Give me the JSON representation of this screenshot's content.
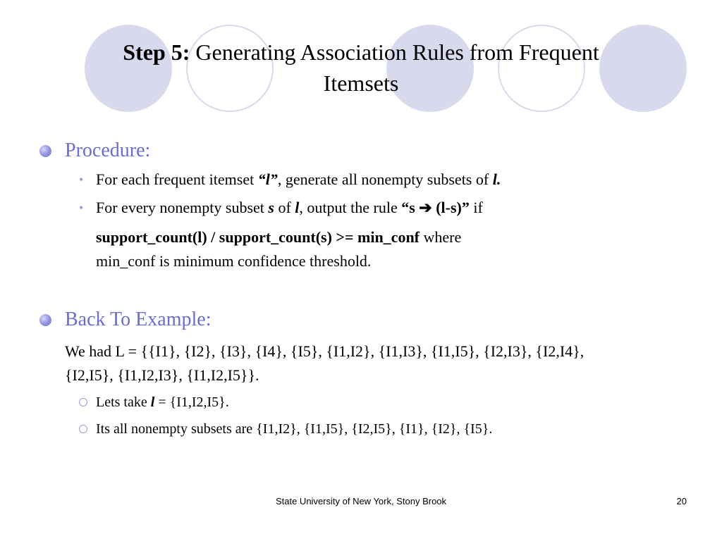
{
  "title": {
    "bold": "Step 5:",
    "line1": "Generating Association Rules from Frequent",
    "line2": "Itemsets"
  },
  "procedure": {
    "heading": "Procedure:",
    "b1": {
      "t1": "For each frequent itemset ",
      "t2": "“l”",
      "t3": ", generate all nonempty subsets of ",
      "t4": "l."
    },
    "b2": {
      "t1": "For every nonempty subset ",
      "t2": "s",
      "t3": " of ",
      "t4": "l",
      "t5": ", output the rule ",
      "t6": "“s ",
      "arrow": "➔",
      "t7": " (l-s)”",
      "t8": " if"
    },
    "cond_bold": "support_count(l) / support_count(s) >= min_conf",
    "cond_rest": " where",
    "cond_line2": "min_conf is minimum confidence threshold."
  },
  "example": {
    "heading": "Back To Example:",
    "line1": "We had L = {{I1}, {I2}, {I3}, {I4}, {I5}, {I1,I2}, {I1,I3}, {I1,I5}, {I2,I3}, {I2,I4},",
    "line2": "{I2,I5}, {I1,I2,I3}, {I1,I2,I5}}.",
    "s1": {
      "t1": "Lets take ",
      "t2": "l",
      "t3": " = {I1,I2,I5}."
    },
    "s2": "Its all nonempty subsets are {I1,I2}, {I1,I5}, {I2,I5}, {I1}, {I2}, {I5}."
  },
  "footer": {
    "text": "State University of New York, Stony Brook",
    "page": "20"
  },
  "colors": {
    "accent": "#6b6bd6",
    "circle": "#d9d9ee"
  }
}
